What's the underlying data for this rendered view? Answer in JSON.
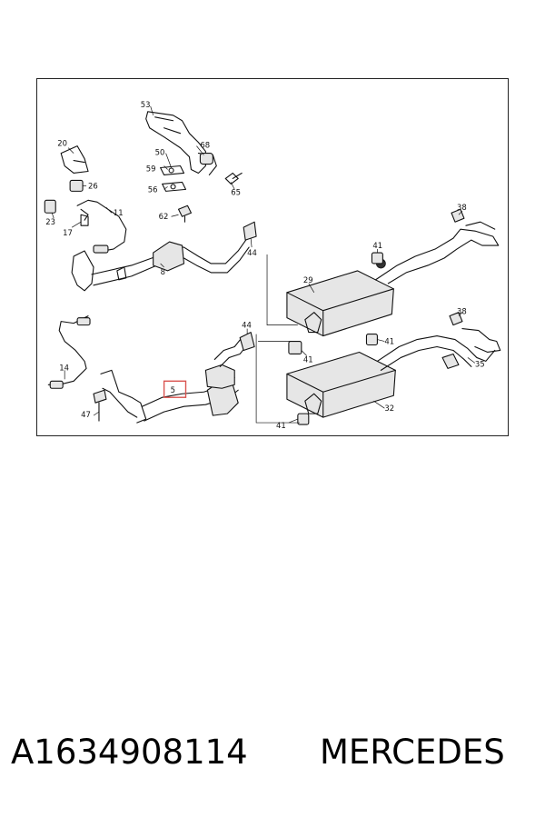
{
  "labels": {
    "l53": "53",
    "l20": "20",
    "l68": "68",
    "l50": "50",
    "l59": "59",
    "l56": "56",
    "l65": "65",
    "l26": "26",
    "l23": "23",
    "l11": "11",
    "l62": "62",
    "l17": "17",
    "l8": "8",
    "l44a": "44",
    "l38a": "38",
    "l41a": "41",
    "l29": "29",
    "l44b": "44",
    "l41b": "41",
    "l38b": "38",
    "l41c": "41",
    "l35": "35",
    "l14": "14",
    "l5": "5",
    "l47": "47",
    "l32": "32",
    "l41d": "41"
  },
  "highlight": {
    "part": "5",
    "color": "#d9534f"
  },
  "footer": {
    "part_number": "A1634908114",
    "brand": "MERCEDES"
  }
}
